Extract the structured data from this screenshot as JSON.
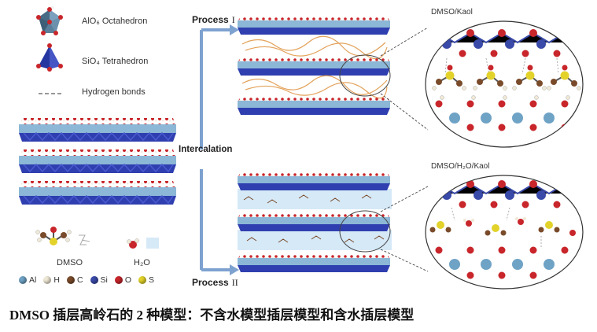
{
  "legend": {
    "octahedron": "AlO₆ Octahedron",
    "tetrahedron": "SiO₄ Tetrahedron",
    "hbond": "Hydrogen bonds"
  },
  "labels": {
    "process1": "Process",
    "process1_roman": "I",
    "process2": "Process",
    "process2_roman": "II",
    "intercalation": "Intercalation",
    "panel1_title": "DMSO/Kaol",
    "panel2_title": "DMSO/H₂O/Kaol",
    "dmso": "DMSO",
    "h2o": "H₂O"
  },
  "elements": [
    {
      "symbol": "Al",
      "color": "#6fa3c6"
    },
    {
      "symbol": "H",
      "color": "#efe9d6"
    },
    {
      "symbol": "C",
      "color": "#7a4b2a"
    },
    {
      "symbol": "Si",
      "color": "#3a4aa8"
    },
    {
      "symbol": "O",
      "color": "#c8262b"
    },
    {
      "symbol": "S",
      "color": "#e2d22a"
    }
  ],
  "caption": "DMSO 插层高岭石的 2 种模型：不含水模型插层模型和含水插层模型",
  "colors": {
    "aluminum": "#6fa3c6",
    "silicon_tetra": "#2f3fb0",
    "oxygen": "#c8262b",
    "arrow": "#7ea2d0",
    "water_bg": "#d6e9f7",
    "dmso_chain": "#e3a25a"
  }
}
